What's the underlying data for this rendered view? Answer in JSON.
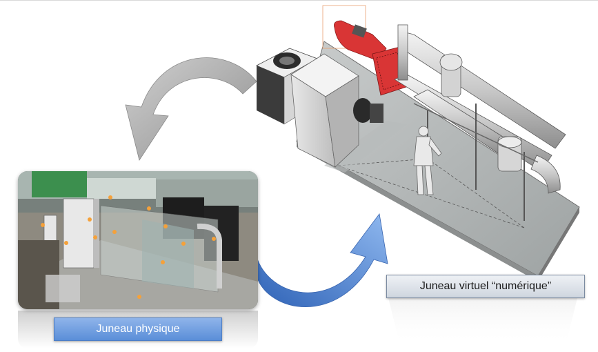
{
  "labels": {
    "physical": "Juneau physique",
    "virtual": "Juneau virtuel “numérique”"
  },
  "colors": {
    "arrow_top": "#a6a6a6",
    "arrow_bottom": "#4a7fd0",
    "pump_red": "#d93535",
    "label_physical": "#5a8ed8",
    "label_virtual": "#d6dce4"
  },
  "icons": {
    "top_arrow": "curved-arrow-left-down",
    "bottom_arrow": "curved-arrow-right-up"
  }
}
